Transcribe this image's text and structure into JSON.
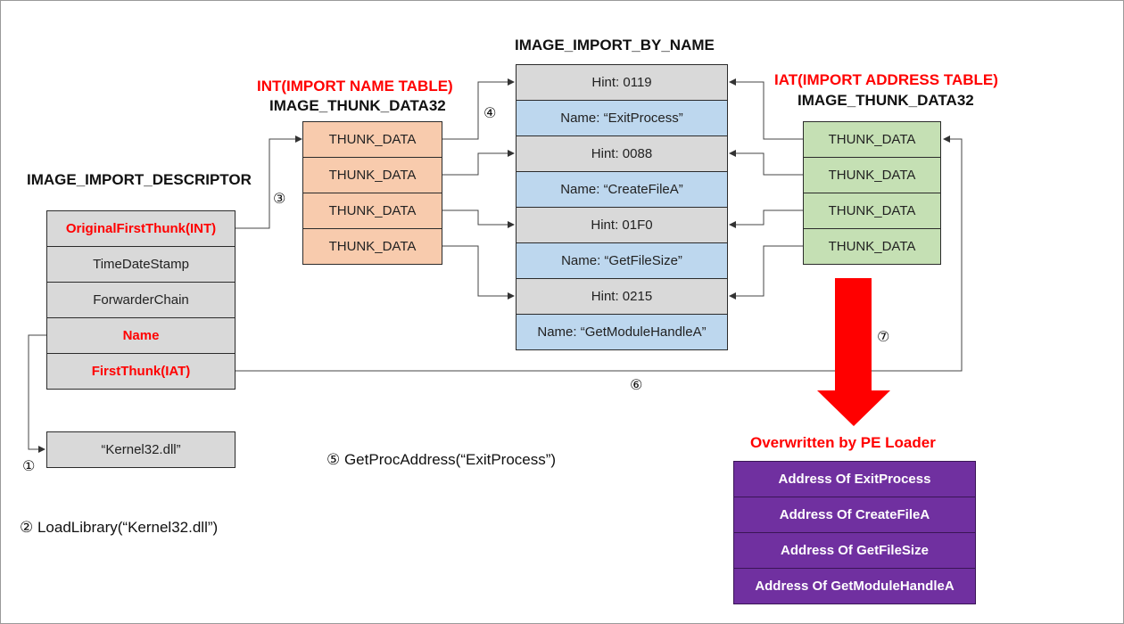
{
  "headings": {
    "descriptor": "IMAGE_IMPORT_DESCRIPTOR",
    "int_title": "INT(IMPORT NAME TABLE)",
    "int_struct": "IMAGE_THUNK_DATA32",
    "by_name": "IMAGE_IMPORT_BY_NAME",
    "iat_title": "IAT(IMPORT ADDRESS TABLE)",
    "iat_struct": "IMAGE_THUNK_DATA32",
    "overwritten": "Overwritten by PE Loader"
  },
  "descriptor_fields": [
    {
      "label": "OriginalFirstThunk(INT)",
      "highlight": true
    },
    {
      "label": "TimeDateStamp",
      "highlight": false
    },
    {
      "label": "ForwarderChain",
      "highlight": false
    },
    {
      "label": "Name",
      "highlight": true
    },
    {
      "label": "FirstThunk(IAT)",
      "highlight": true
    }
  ],
  "dll_name": "“Kernel32.dll”",
  "int_entries": [
    "THUNK_DATA",
    "THUNK_DATA",
    "THUNK_DATA",
    "THUNK_DATA"
  ],
  "by_name_entries": [
    "Hint: 0119",
    "Name: “ExitProcess”",
    "Hint: 0088",
    "Name: “CreateFileA”",
    "Hint: 01F0",
    "Name: “GetFileSize”",
    "Hint: 0215",
    "Name: “GetModuleHandleA”"
  ],
  "iat_entries": [
    "THUNK_DATA",
    "THUNK_DATA",
    "THUNK_DATA",
    "THUNK_DATA"
  ],
  "resolved_addresses": [
    "Address Of ExitProcess",
    "Address Of CreateFileA",
    "Address Of GetFileSize",
    "Address Of GetModuleHandleA"
  ],
  "steps": {
    "s1": "①",
    "s2": "② LoadLibrary(“Kernel32.dll”)",
    "s3": "③",
    "s4": "④",
    "s5": "⑤ GetProcAddress(“ExitProcess”)",
    "s6": "⑥",
    "s7": "⑦"
  },
  "colors": {
    "accent_red": "#ff0000",
    "gray_fill": "#d9d9d9",
    "blue_fill": "#bdd7ee",
    "int_fill": "#f8cbad",
    "iat_fill": "#c5e0b4",
    "address_fill": "#7030a0"
  }
}
